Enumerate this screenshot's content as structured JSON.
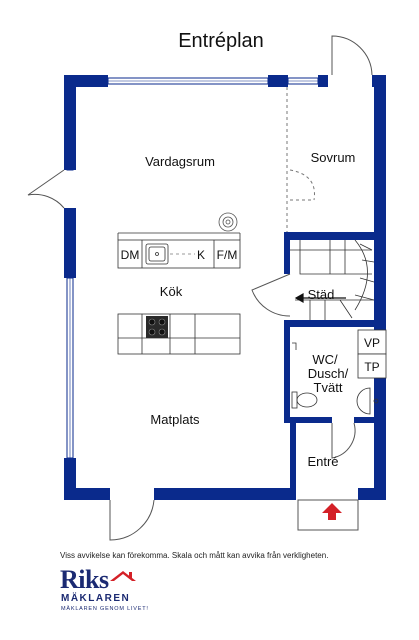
{
  "title": "Entréplan",
  "rooms": {
    "vardagsrum": "Vardagsrum",
    "sovrum": "Sovrum",
    "kok": "Kök",
    "matplats": "Matplats",
    "stad": "Städ",
    "wc": [
      "WC/",
      "Dusch/",
      "Tvätt"
    ],
    "entre": "Entré"
  },
  "fixtures": {
    "dm": "DM",
    "k": "K",
    "fm": "F/M",
    "vp": "VP",
    "tp": "TP"
  },
  "disclaimer": "Viss avvikelse kan förekomma. Skala och mått kan avvika från verkligheten.",
  "logo": {
    "word": "Riks",
    "sub": "MÄKLAREN",
    "tagline": "MÄKLAREN GENOM LIVET!"
  },
  "colors": {
    "wall": "#0a2a8c",
    "accent": "#d42027",
    "brand": "#1b2a72"
  }
}
